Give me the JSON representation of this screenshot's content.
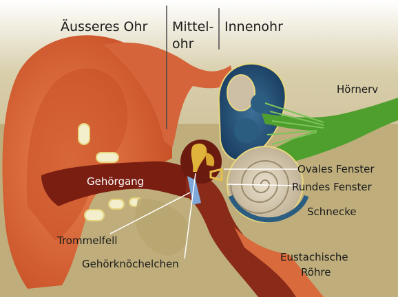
{
  "header": {
    "outer_ear": "Äusseres Ohr",
    "middle_ear_line1": "Mittel-",
    "middle_ear_line2": "ohr",
    "inner_ear": "Innenohr"
  },
  "labels": {
    "auditory_nerve": "Hörnerv",
    "oval_window": "Ovales Fenster",
    "round_window": "Rundes Fenster",
    "cochlea": "Schnecke",
    "ear_canal": "Gehörgang",
    "eardrum": "Trommelfell",
    "ossicles": "Gehörknöchelchen",
    "eustachian_tube_line1": "Eustachische",
    "eustachian_tube_line2": "Röhre"
  },
  "colors": {
    "background_tissue": "#c4b57f",
    "skin": "#dd6c3c",
    "canal": "#7a1e12",
    "inner_ear_blue": "#1f4f7a",
    "cochlea_beige": "#cdbfa6",
    "nerve_green": "#4f9f2f",
    "bone_cream": "#f3efcd"
  }
}
